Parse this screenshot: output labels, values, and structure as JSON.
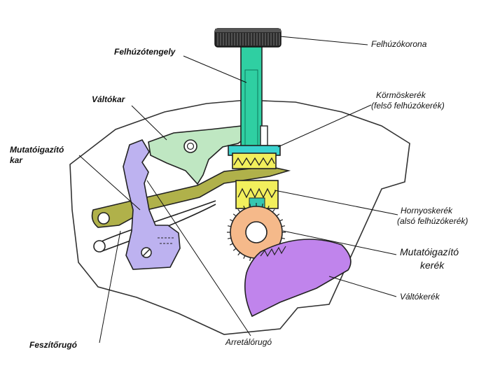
{
  "labels": {
    "felhuzokorona": "Felhúzókorona",
    "felhuzotengely": "Felhúzótengely",
    "kormoskerek_1": "Körmöskerék",
    "kormoskerek_2": "(felső felhúzókerék)",
    "valtokar": "Váltókar",
    "mutatoigazito_kar_1": "Mutatóigazító",
    "mutatoigazito_kar_2": "kar",
    "hornyoskerek_1": "Hornyoskerék",
    "hornyoskerek_2": "(alsó felhúzókerék)",
    "mutatoigazito_kerek_1": "Mutatóigazító",
    "mutatoigazito_kerek_2": "kerék",
    "valtokerek": "Váltókerék",
    "feszitorugo": "Feszítőrugó",
    "arretalorugo": "Arretálórugó"
  },
  "colors": {
    "crown": "#2a2a2a",
    "stem": "#2fcfa2",
    "clutch_wheel": "#3bd3d0",
    "yoke": "#bfe7c2",
    "setting_lever": "#b0b14a",
    "winding_pinion": "#f2ef5c",
    "setting_wheel": "#f5b98a",
    "minute_wheel": "#c084ec",
    "setting_arm": "#bdb2f0",
    "plate_outline": "#333333"
  }
}
